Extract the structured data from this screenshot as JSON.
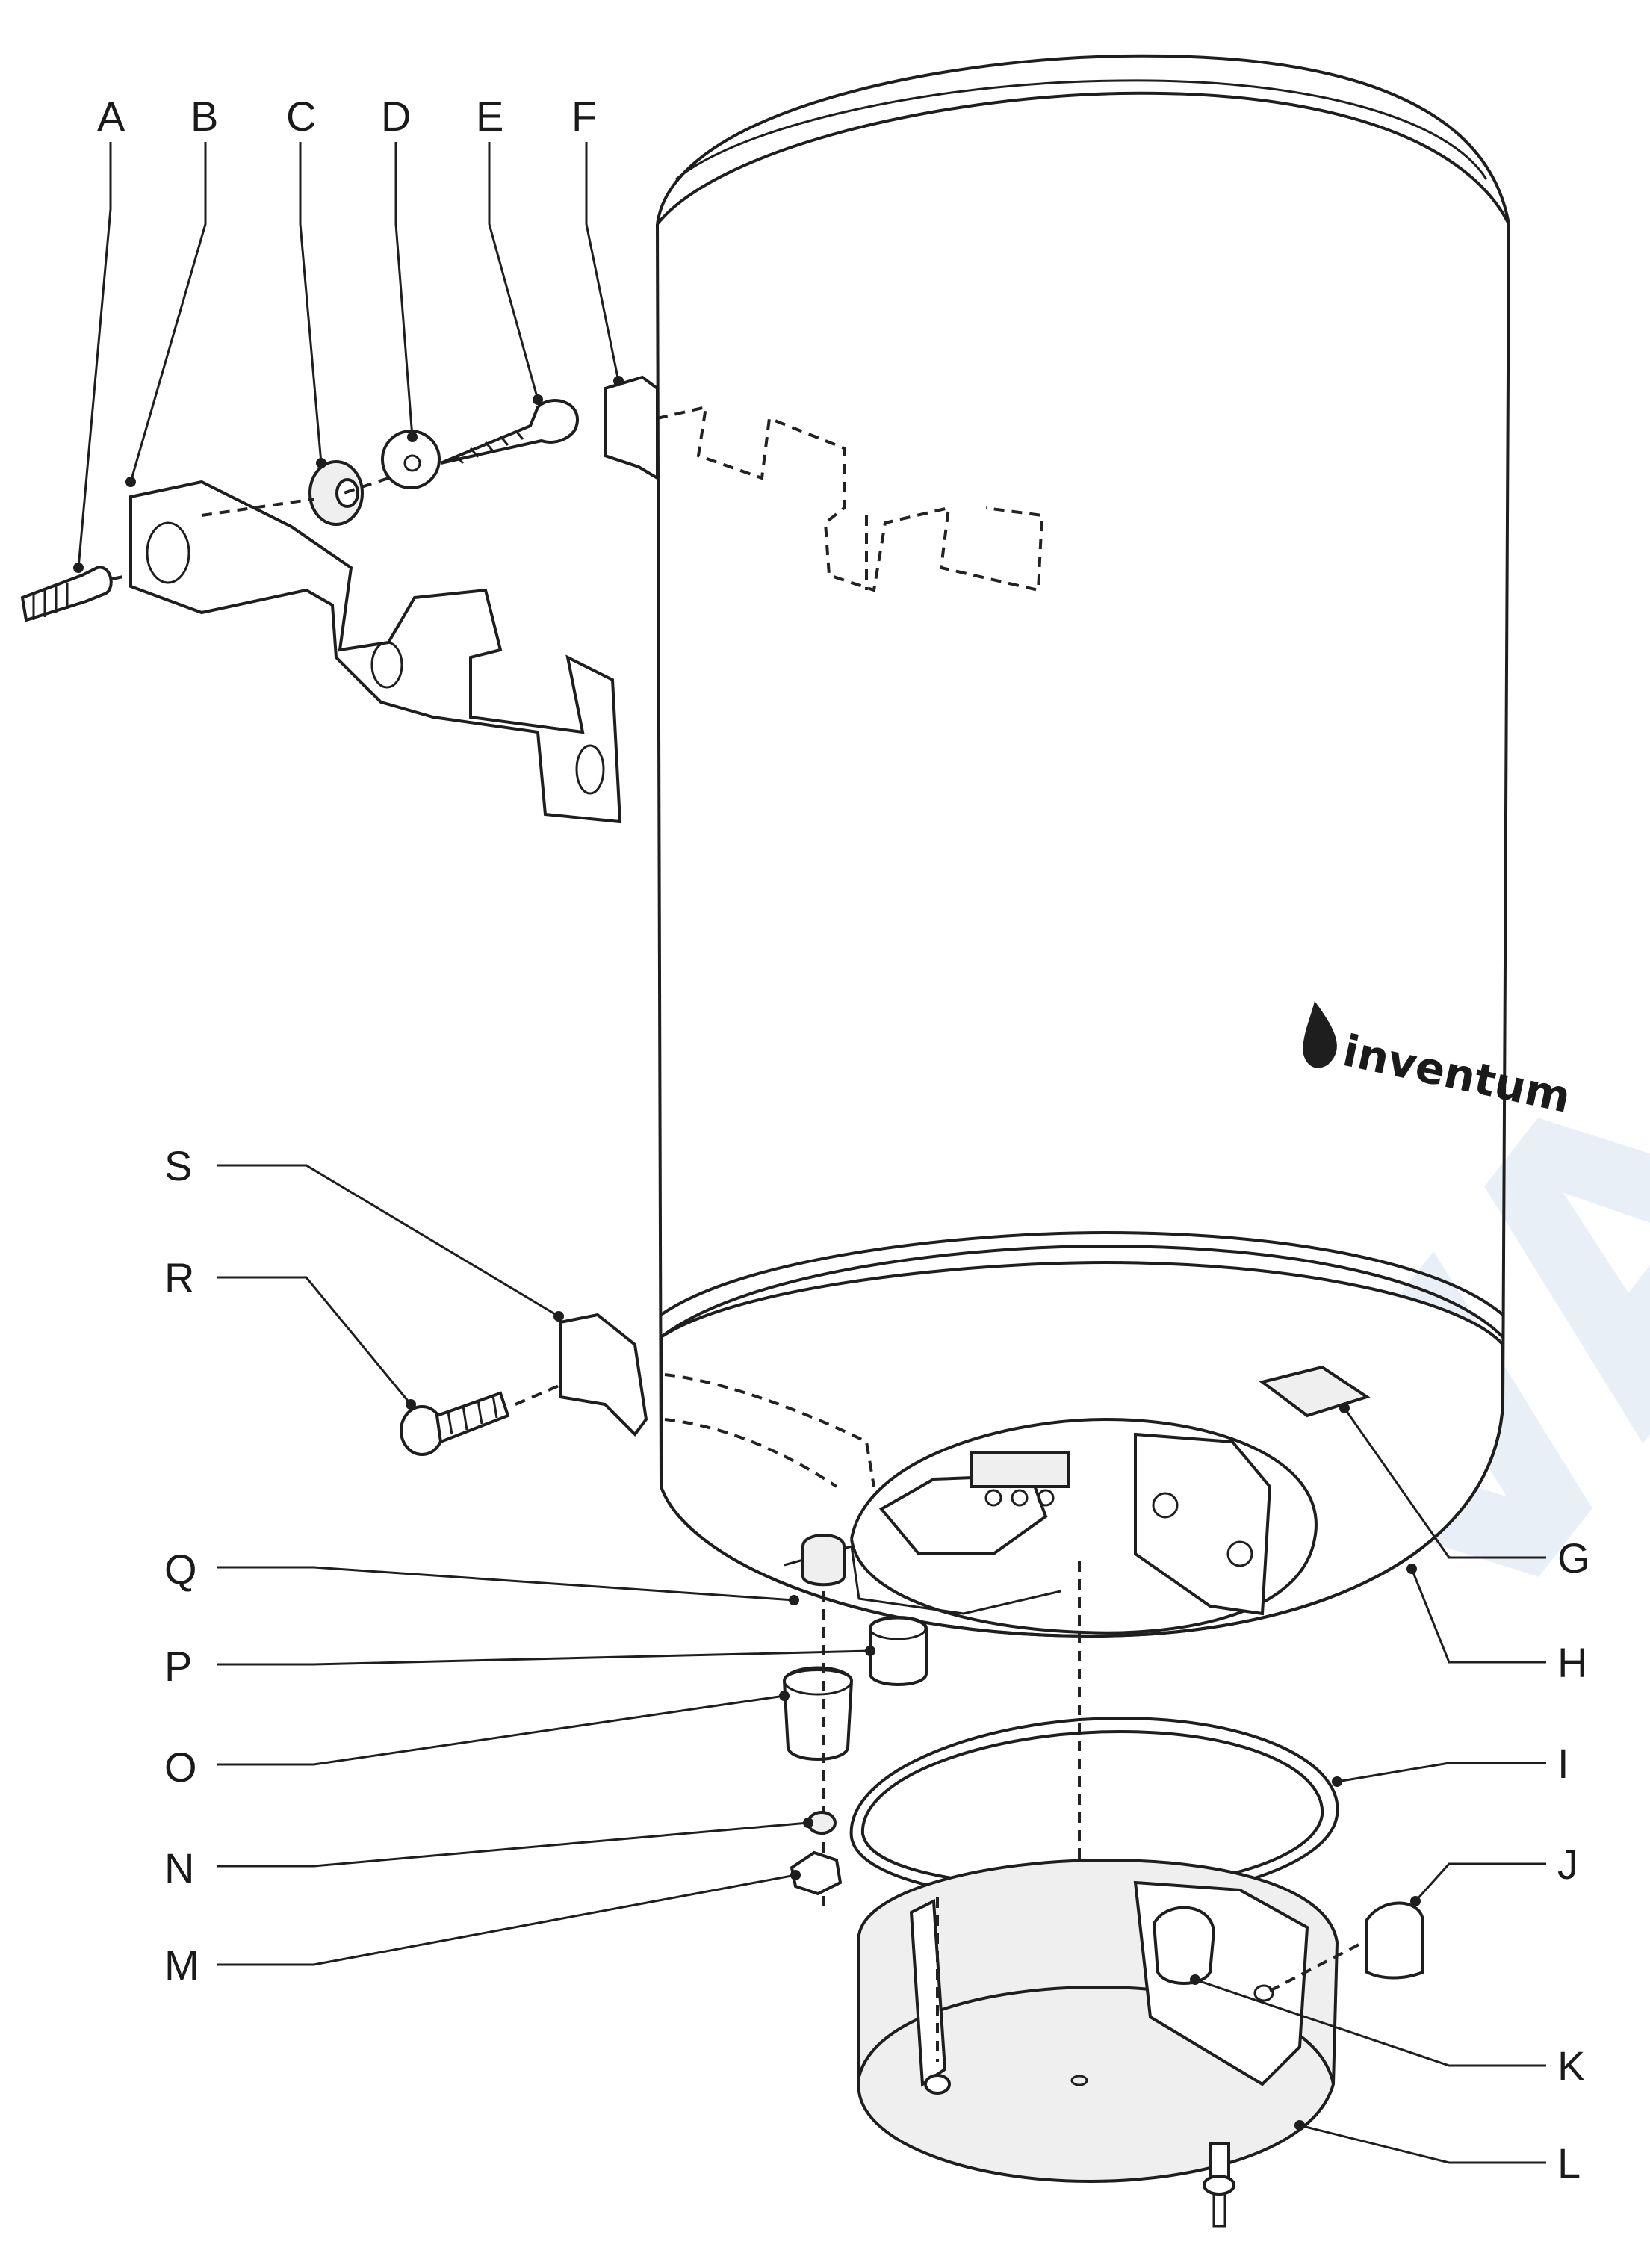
{
  "brand": {
    "name": "inventum",
    "color": "#1a1a1a",
    "icon": "water-drop-icon"
  },
  "watermark": {
    "text": "VASCO",
    "color": "#e9eff7"
  },
  "callouts": [
    {
      "id": "a",
      "text": "A"
    },
    {
      "id": "b",
      "text": "B"
    },
    {
      "id": "c",
      "text": "C"
    },
    {
      "id": "d",
      "text": "D"
    },
    {
      "id": "e",
      "text": "E"
    },
    {
      "id": "f",
      "text": "F"
    },
    {
      "id": "g",
      "text": "G"
    },
    {
      "id": "h",
      "text": "H"
    },
    {
      "id": "i",
      "text": "I"
    },
    {
      "id": "j",
      "text": "J"
    },
    {
      "id": "k",
      "text": "K"
    },
    {
      "id": "l",
      "text": "L"
    },
    {
      "id": "m",
      "text": "M"
    },
    {
      "id": "n",
      "text": "N"
    },
    {
      "id": "o",
      "text": "O"
    },
    {
      "id": "p",
      "text": "P"
    },
    {
      "id": "q",
      "text": "Q"
    },
    {
      "id": "r",
      "text": "R"
    },
    {
      "id": "s",
      "text": "S"
    }
  ]
}
